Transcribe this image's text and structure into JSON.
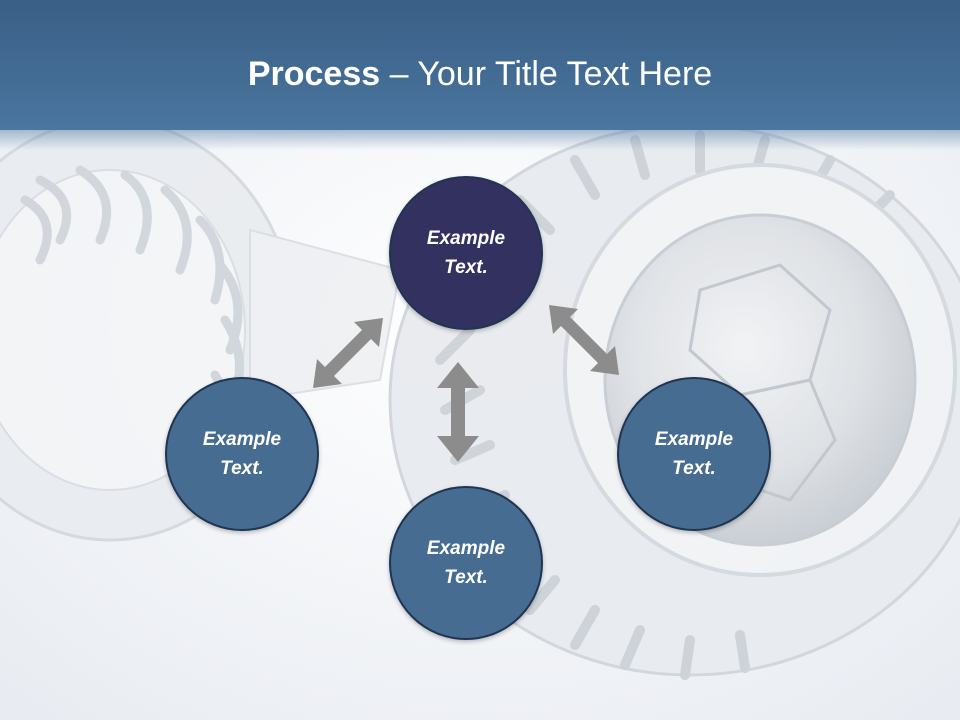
{
  "title": {
    "bold": "Process",
    "rest": " – Your Title Text Here"
  },
  "nodes": {
    "top": {
      "line1": "Example",
      "line2": "Text."
    },
    "left": {
      "line1": "Example",
      "line2": "Text."
    },
    "right": {
      "line1": "Example",
      "line2": "Text."
    },
    "bottom": {
      "line1": "Example",
      "line2": "Text."
    }
  },
  "colors": {
    "header": "#426b93",
    "node_highlight": "#33315f",
    "node": "#466c91",
    "arrow": "#8c8c8c"
  }
}
